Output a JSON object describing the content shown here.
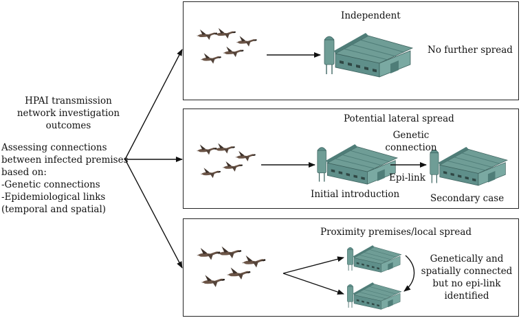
{
  "left": {
    "title_lines": [
      "HPAI transmission",
      "network investigation",
      "outcomes"
    ],
    "body_lines": [
      "Assessing connections",
      "between infected premises",
      "based on:",
      "-Genetic connections",
      "-Epidemiological links",
      "(temporal and spatial)"
    ]
  },
  "panels": [
    {
      "title": "Independent",
      "outcome": "No further spread"
    },
    {
      "title": "Potential lateral spread",
      "genetic_lines": [
        "Genetic",
        "connection"
      ],
      "epi_label": "Epi-link",
      "initial_label": "Initial introduction",
      "secondary_label": "Secondary case"
    },
    {
      "title": "Proximity premises/local spread",
      "note_lines": [
        "Genetically and",
        "spatially connected",
        "but no epi-link",
        "identified"
      ]
    }
  ],
  "icons": {
    "birds": "geese-flock-icon",
    "barn": "poultry-barn-silo-icon"
  },
  "colors": {
    "barn_roof": "#6f9d96",
    "barn_roof_dark": "#4f7d78",
    "barn_wall": "#5f8f8a",
    "goose_body": "#6b5446",
    "goose_neck": "#2b221d"
  }
}
